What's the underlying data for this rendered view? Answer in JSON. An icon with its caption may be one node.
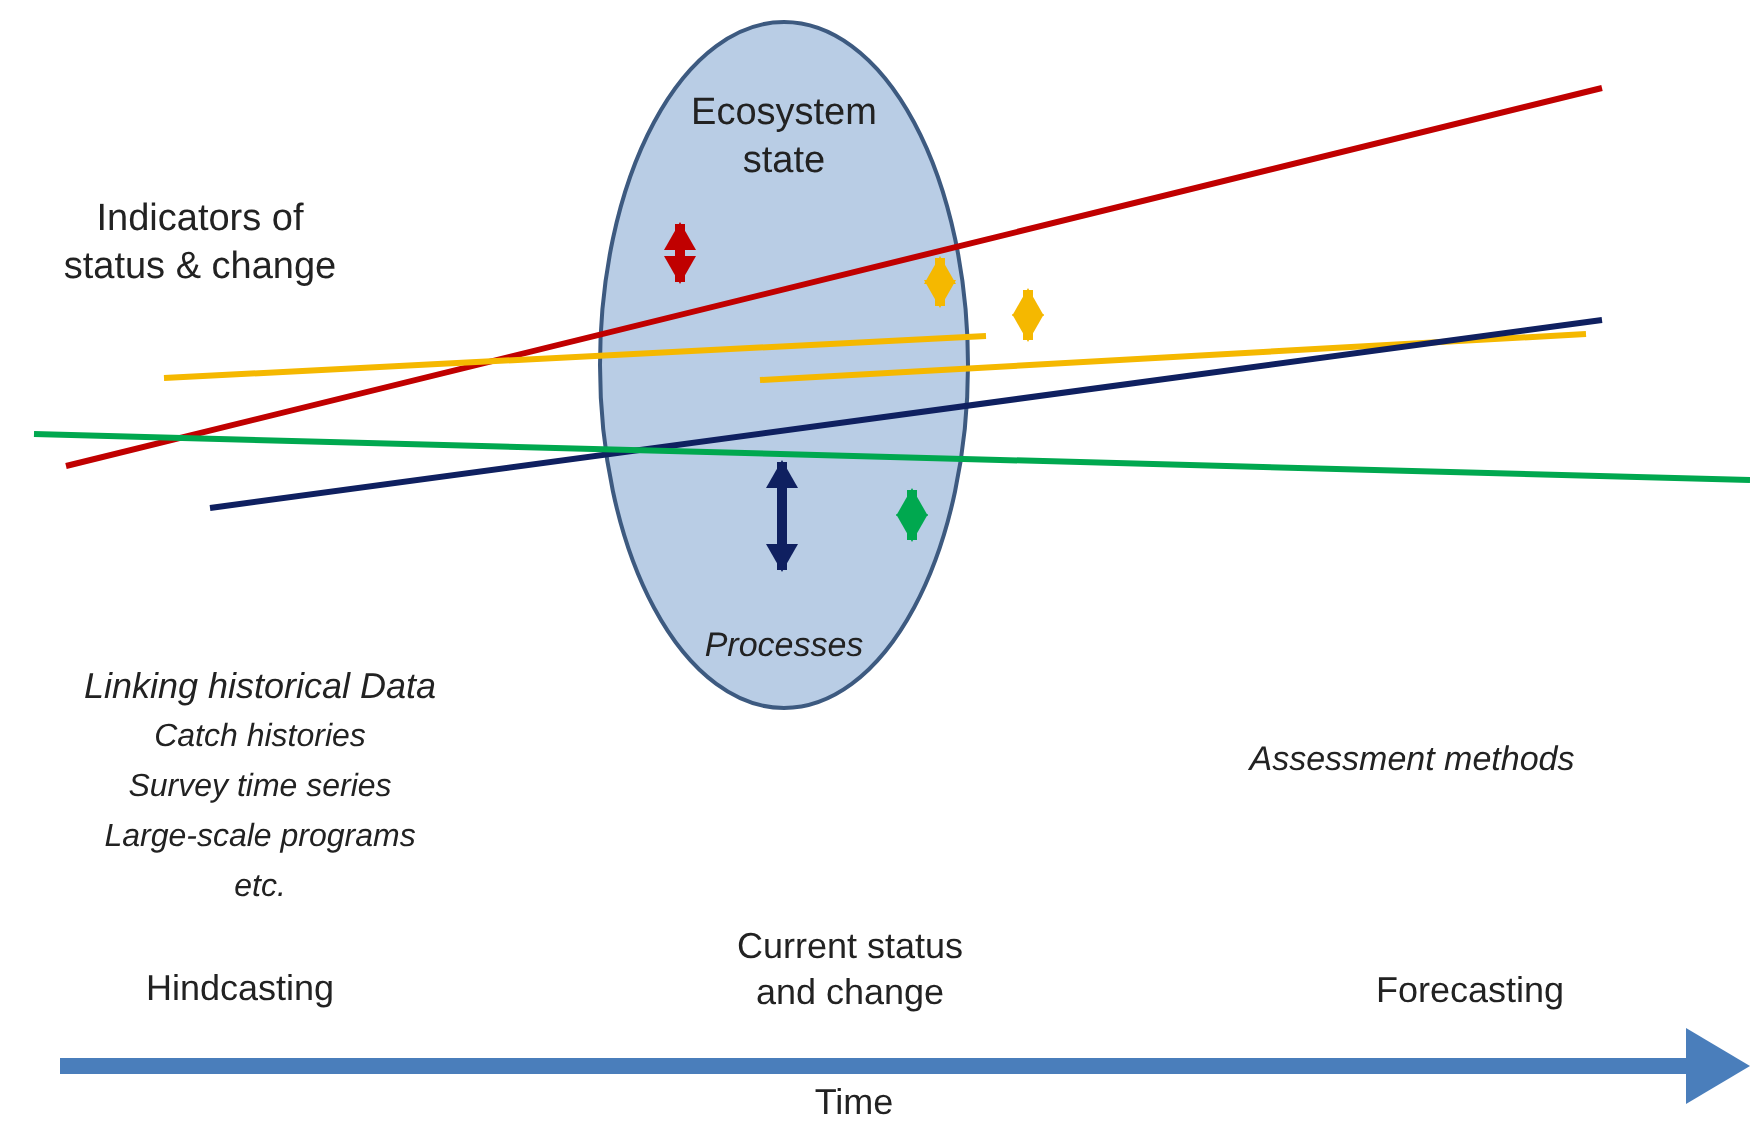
{
  "diagram": {
    "nodes": [
      {
        "text": [
          "Ecosystem state",
          "Processes"
        ]
      }
    ],
    "edges": [],
    "labels": [
      "Indicators of status & change",
      "Linking historical Data",
      "Catch histories",
      "Survey time series",
      "Large-scale programs",
      "etc.",
      "Assessment methods",
      "Hindcasting",
      "Current status and change",
      "Forecasting",
      "Time"
    ]
  }
}
